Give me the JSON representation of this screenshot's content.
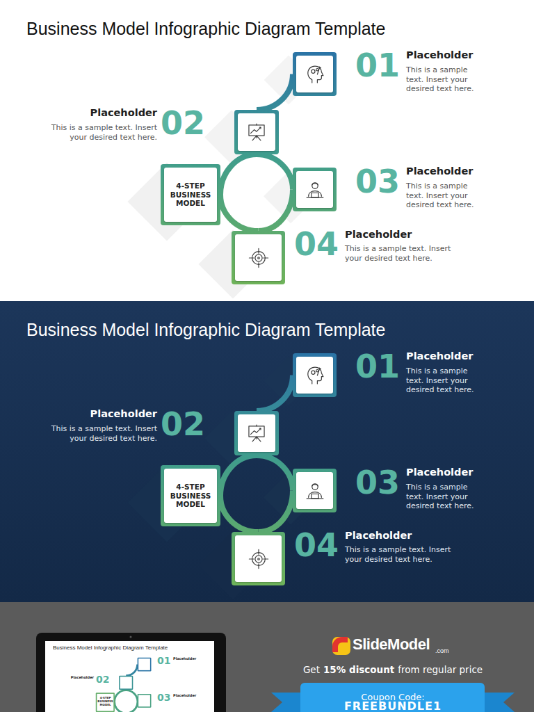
{
  "diagram": {
    "title": "Business Model Infographic Diagram Template",
    "nodes": [
      {
        "text": [
          "01",
          "Placeholder",
          "This is a sample text. Insert your desired text here."
        ]
      },
      {
        "text": [
          "02",
          "Placeholder",
          "This is a sample text. Insert your desired text here."
        ]
      },
      {
        "text": [
          "4-STEP BUSINESS MODEL"
        ]
      },
      {
        "text": [
          "03",
          "Placeholder",
          "This is a sample text. Insert your desired text here."
        ]
      },
      {
        "text": [
          "04",
          "Placeholder",
          "This is a sample text. Insert your desired text here."
        ]
      },
      {
        "text": [
          "01",
          "Placeholder",
          "This is a sample text. Insert your desired text here."
        ]
      },
      {
        "text": [
          "02",
          "Placeholder",
          "This is a sample text. Insert your desired text here."
        ]
      },
      {
        "text": [
          "4-STEP BUSINESS MODEL"
        ]
      },
      {
        "text": [
          "03",
          "Placeholder",
          "This is a sample text. Insert your desired text here."
        ]
      },
      {
        "text": [
          "04",
          "Placeholder",
          "This is a sample text. Insert your desired text here."
        ]
      }
    ],
    "edges": [
      {
        "from": 0,
        "to": 1,
        "arrow": "none"
      },
      {
        "from": 1,
        "to": 2,
        "arrow": "none"
      },
      {
        "from": 1,
        "to": 3,
        "arrow": "none"
      },
      {
        "from": 2,
        "to": 4,
        "arrow": "none"
      },
      {
        "from": 3,
        "to": 4,
        "arrow": "none"
      },
      {
        "from": 5,
        "to": 6,
        "arrow": "none"
      },
      {
        "from": 6,
        "to": 7,
        "arrow": "none"
      },
      {
        "from": 6,
        "to": 8,
        "arrow": "none"
      },
      {
        "from": 7,
        "to": 9,
        "arrow": "none"
      },
      {
        "from": 8,
        "to": 9,
        "arrow": "none"
      }
    ],
    "labels": [
      "Business Model Infographic Diagram Template",
      "Business Model Infographic Diagram Template",
      "01",
      "Placeholder",
      "02",
      "Placeholder",
      "03",
      "Placeholder",
      "4-STEP BUSINESS MODEL",
      "SlideModel",
      ".com",
      "Get",
      "15% discount",
      "from regular price",
      "Coupon Code:",
      "FREEBUNDLE1"
    ]
  }
}
